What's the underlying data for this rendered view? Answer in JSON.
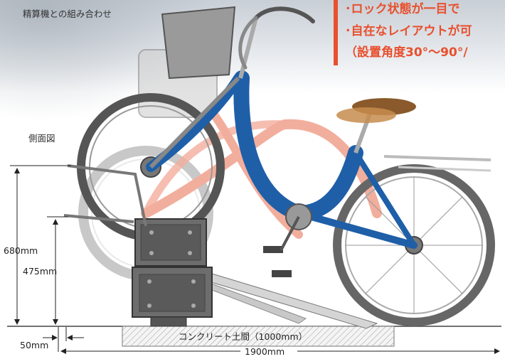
{
  "caption_top": "精算機との組み合わせ",
  "caption_side": "側面図",
  "callout": {
    "line1": "･ロック状態が一目で",
    "line2": "･自在なレイアウトが可",
    "line3": "（設置角度30°〜90°/"
  },
  "dimensions": {
    "h680": "680mm",
    "h475": "475mm",
    "w50": "50mm",
    "w1900": "1900mm",
    "floor": "コンクリート土間（1000mm）"
  },
  "colors": {
    "accent": "#e8502e",
    "frame_blue": "#1e5fa8",
    "ghost_pink": "#f0a08c",
    "saddle": "#8a5a2c"
  }
}
